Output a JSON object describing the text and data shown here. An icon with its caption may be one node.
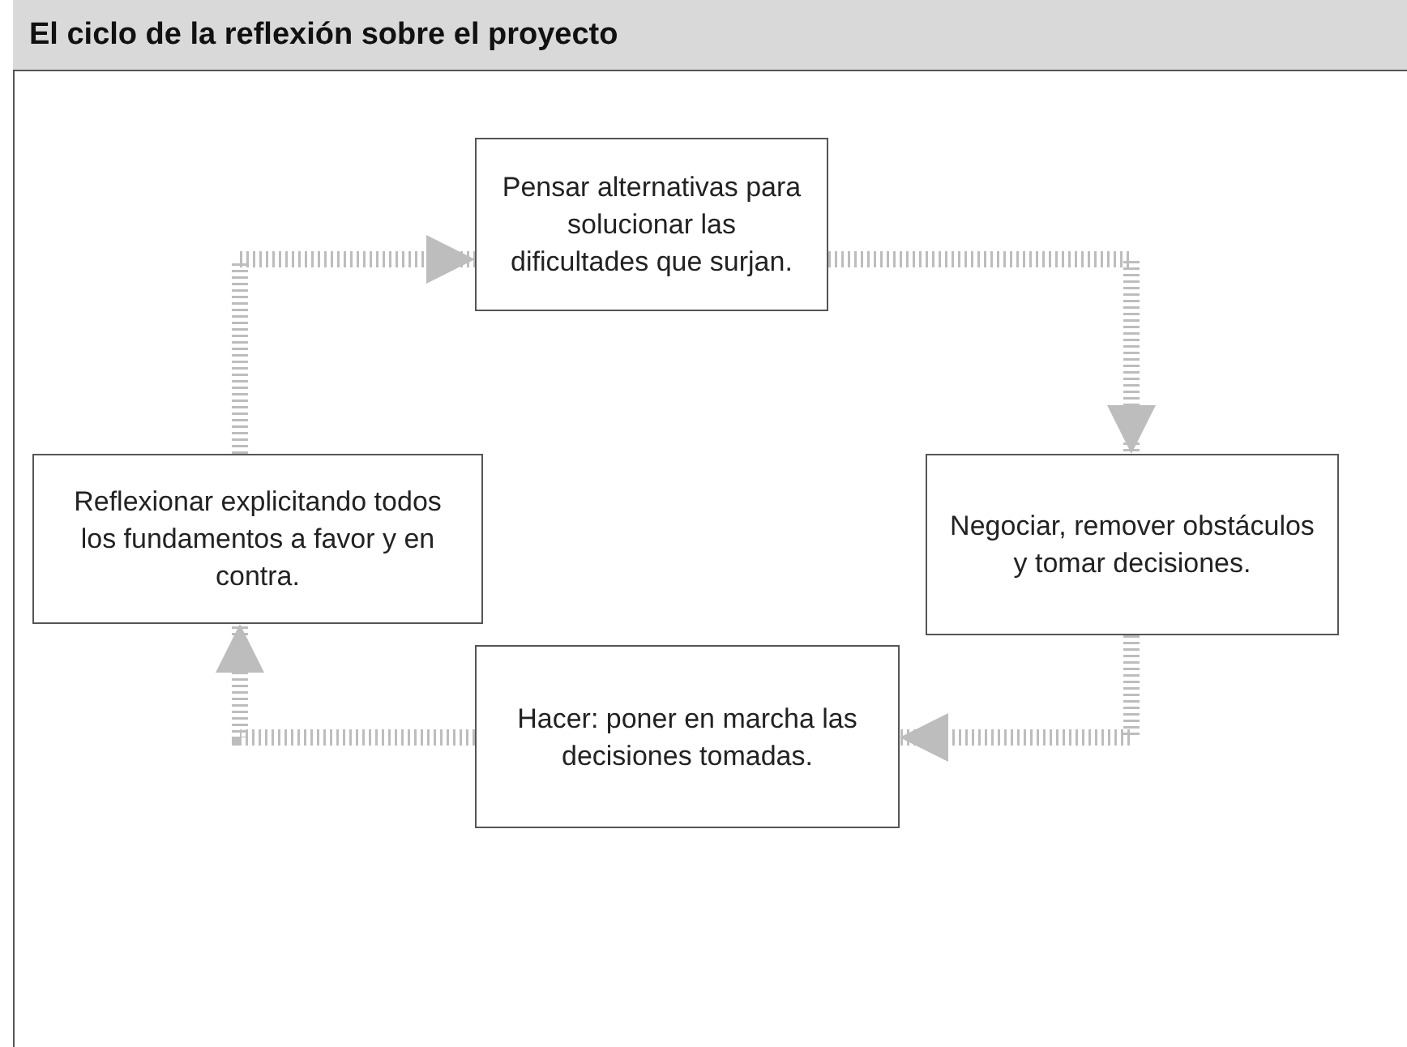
{
  "diagram": {
    "title": "El ciclo de la reflexión sobre el proyecto",
    "nodes": [
      {
        "text": [
          "Pensar alternativas para solucionar las dificultades que surjan."
        ]
      },
      {
        "text": [
          "Reflexionar explicitando todos los fundamentos a favor y en contra."
        ]
      },
      {
        "text": [
          "Negociar, remover obstáculos y tomar decisiones."
        ]
      },
      {
        "text": [
          "Hacer: poner en marcha las decisiones tomadas."
        ]
      }
    ],
    "edges": [
      {
        "from": 1,
        "to": 0,
        "arrow": "to"
      },
      {
        "from": 0,
        "to": 2,
        "arrow": "to"
      },
      {
        "from": 2,
        "to": 3,
        "arrow": "to"
      },
      {
        "from": 3,
        "to": 1,
        "arrow": "to"
      }
    ]
  }
}
